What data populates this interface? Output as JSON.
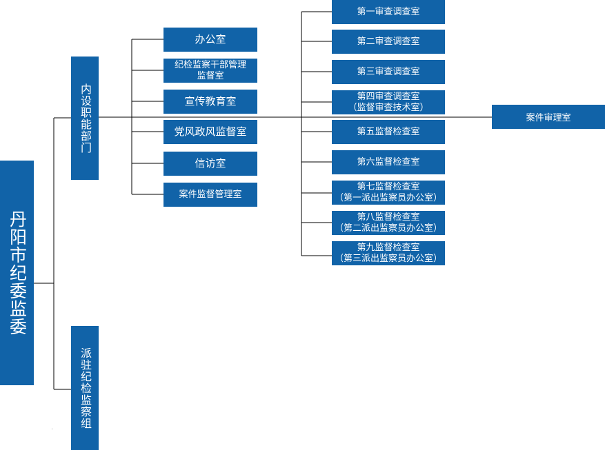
{
  "root": {
    "label": "丹阳市纪委监委"
  },
  "branches": [
    {
      "label": "内设职能部门"
    },
    {
      "label": "派驻纪检监察组"
    }
  ],
  "departments": [
    {
      "label": "办公室"
    },
    {
      "label": "纪检监察干部管理监督室"
    },
    {
      "label": "宣传教育室"
    },
    {
      "label": "党风政风监督室"
    },
    {
      "label": "信访室"
    },
    {
      "label": "案件监督管理室"
    }
  ],
  "offices": [
    {
      "line1": "第一审查调查室",
      "line2": ""
    },
    {
      "line1": "第二审查调查室",
      "line2": ""
    },
    {
      "line1": "第三审查调查室",
      "line2": ""
    },
    {
      "line1": "第四审查调查室",
      "line2": "（监督审查技术室）"
    },
    {
      "line1": "第五监督检查室",
      "line2": ""
    },
    {
      "line1": "第六监督检查室",
      "line2": ""
    },
    {
      "line1": "第七监督检查室",
      "line2": "（第一派出监察员办公室）"
    },
    {
      "line1": "第八监督检查室",
      "line2": "（第二派出监察员办公室）"
    },
    {
      "line1": "第九监督检查室",
      "line2": "（第三派出监察员办公室）"
    }
  ],
  "final_node": {
    "label": "案件审理室"
  }
}
